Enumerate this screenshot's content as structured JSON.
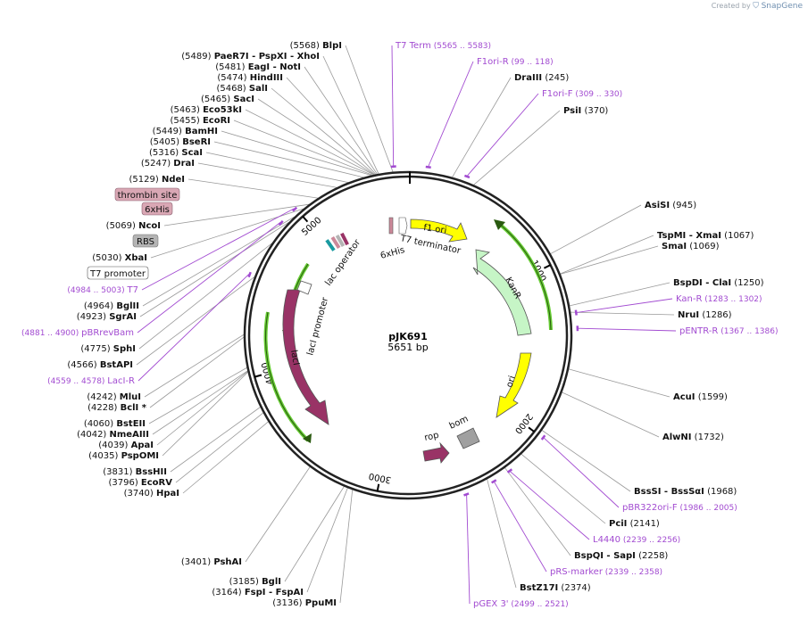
{
  "credit": {
    "prefix": "Created by",
    "brand": "SnapGene"
  },
  "plasmid": {
    "name": "pJK691",
    "size": "5651 bp",
    "length": 5651
  },
  "ticks": [
    1000,
    2000,
    3000,
    4000,
    5000
  ],
  "enzymes": [
    {
      "id": "BlpI",
      "pos": "(5568)",
      "name": "BlpI",
      "at": 5568
    },
    {
      "id": "PaeR7I",
      "pos": "(5489)",
      "name": "PaeR7I   - PspXI   - XhoI",
      "at": 5489
    },
    {
      "id": "EagI",
      "pos": "(5481)",
      "name": "EagI   - NotI",
      "at": 5481
    },
    {
      "id": "HindIII",
      "pos": "(5474)",
      "name": "HindIII",
      "at": 5474
    },
    {
      "id": "SalI",
      "pos": "(5468)",
      "name": "SalI",
      "at": 5468
    },
    {
      "id": "SacI",
      "pos": "(5465)",
      "name": "SacI",
      "at": 5465
    },
    {
      "id": "Eco53kI",
      "pos": "(5463)",
      "name": "Eco53kI",
      "at": 5463
    },
    {
      "id": "EcoRI",
      "pos": "(5455)",
      "name": "EcoRI",
      "at": 5455
    },
    {
      "id": "BamHI",
      "pos": "(5449)",
      "name": "BamHI",
      "at": 5449
    },
    {
      "id": "BseRI",
      "pos": "(5405)",
      "name": "BseRI",
      "at": 5405
    },
    {
      "id": "ScaI",
      "pos": "(5316)",
      "name": "ScaI",
      "at": 5316
    },
    {
      "id": "DraI",
      "pos": "(5247)",
      "name": "DraI",
      "at": 5247
    },
    {
      "id": "NdeI",
      "pos": "(5129)",
      "name": "NdeI",
      "at": 5129
    },
    {
      "id": "NcoI",
      "pos": "(5069)",
      "name": "NcoI",
      "at": 5069
    },
    {
      "id": "XbaI",
      "pos": "(5030)",
      "name": "XbaI",
      "at": 5030
    },
    {
      "id": "BglII",
      "pos": "(4964)",
      "name": "BglII",
      "at": 4964
    },
    {
      "id": "SgrAI",
      "pos": "(4923)",
      "name": "SgrAI",
      "at": 4923
    },
    {
      "id": "SphI",
      "pos": "(4775)",
      "name": "SphI",
      "at": 4775
    },
    {
      "id": "BstAPI",
      "pos": "(4566)",
      "name": "BstAPI",
      "at": 4566
    },
    {
      "id": "MluI",
      "pos": "(4242)",
      "name": "MluI",
      "at": 4242
    },
    {
      "id": "BclI",
      "pos": "(4228)",
      "name": "BclI *",
      "at": 4228
    },
    {
      "id": "BstEII",
      "pos": "(4060)",
      "name": "BstEII",
      "at": 4060
    },
    {
      "id": "NmeAIII",
      "pos": "(4042)",
      "name": "NmeAIII",
      "at": 4042
    },
    {
      "id": "ApaI",
      "pos": "(4039)",
      "name": "ApaI",
      "at": 4039
    },
    {
      "id": "PspOMI",
      "pos": "(4035)",
      "name": "PspOMI",
      "at": 4035
    },
    {
      "id": "BssHII",
      "pos": "(3831)",
      "name": "BssHII",
      "at": 3831
    },
    {
      "id": "EcoRV",
      "pos": "(3796)",
      "name": "EcoRV",
      "at": 3796
    },
    {
      "id": "HpaI",
      "pos": "(3740)",
      "name": "HpaI",
      "at": 3740
    },
    {
      "id": "PshAI",
      "pos": "(3401)",
      "name": "PshAI",
      "at": 3401
    },
    {
      "id": "BglI",
      "pos": "(3185)",
      "name": "BglI",
      "at": 3185
    },
    {
      "id": "FspI",
      "pos": "(3164)",
      "name": "FspI   - FspAI",
      "at": 3164
    },
    {
      "id": "PpuMI",
      "pos": "(3136)",
      "name": "PpuMI",
      "at": 3136
    },
    {
      "id": "DraIII",
      "pos": "(245)",
      "name": "DraIII",
      "at": 245
    },
    {
      "id": "PsiI",
      "pos": "(370)",
      "name": "PsiI",
      "at": 370
    },
    {
      "id": "AsiSI",
      "pos": "(945)",
      "name": "AsiSI",
      "at": 945
    },
    {
      "id": "TspMI",
      "pos": "(1067)",
      "name": "TspMI   - XmaI",
      "at": 1067
    },
    {
      "id": "SmaI",
      "pos": "(1069)",
      "name": "SmaI",
      "at": 1069
    },
    {
      "id": "BspDI",
      "pos": "(1250)",
      "name": "BspDI   - ClaI",
      "at": 1250
    },
    {
      "id": "NruI",
      "pos": "(1286)",
      "name": "NruI",
      "at": 1286
    },
    {
      "id": "AcuI",
      "pos": "(1599)",
      "name": "AcuI",
      "at": 1599
    },
    {
      "id": "AlwNI",
      "pos": "(1732)",
      "name": "AlwNI",
      "at": 1732
    },
    {
      "id": "BssSI",
      "pos": "(1968)",
      "name": "BssSI   - BssSαI",
      "at": 1968
    },
    {
      "id": "PciI",
      "pos": "(2141)",
      "name": "PciI",
      "at": 2141
    },
    {
      "id": "BspQI",
      "pos": "(2258)",
      "name": "BspQI   - SapI",
      "at": 2258
    },
    {
      "id": "BstZ17I",
      "pos": "(2374)",
      "name": "BstZ17I",
      "at": 2374
    }
  ],
  "primers": [
    {
      "id": "T7Term",
      "name": "T7 Term",
      "range": "(5565 .. 5583)",
      "at": 5574
    },
    {
      "id": "F1oriR",
      "name": "F1ori-R",
      "range": "(99 .. 118)",
      "at": 108
    },
    {
      "id": "F1oriF",
      "name": "F1ori-F",
      "range": "(309 .. 330)",
      "at": 320
    },
    {
      "id": "T7",
      "name": "T7",
      "range": "(4984 .. 5003)",
      "at": 4993
    },
    {
      "id": "pBRrevBam",
      "name": "pBRrevBam",
      "range": "(4881 .. 4900)",
      "at": 4890
    },
    {
      "id": "LacIR",
      "name": "LacI-R",
      "range": "(4559 .. 4578)",
      "at": 4568
    },
    {
      "id": "KanR",
      "name": "Kan-R",
      "range": "(1283 .. 1302)",
      "at": 1292
    },
    {
      "id": "pENTRR",
      "name": "pENTR-R",
      "range": "(1367 .. 1386)",
      "at": 1376
    },
    {
      "id": "pBR322oriF",
      "name": "pBR322ori-F",
      "range": "(1986 .. 2005)",
      "at": 1995
    },
    {
      "id": "L4440",
      "name": "L4440",
      "range": "(2239 .. 2256)",
      "at": 2247
    },
    {
      "id": "pRSmarker",
      "name": "pRS-marker",
      "range": "(2339 .. 2358)",
      "at": 2348
    },
    {
      "id": "pGEX3",
      "name": "pGEX 3'",
      "range": "(2499 .. 2521)",
      "at": 2510
    }
  ],
  "boxed_features": [
    {
      "id": "thrombin",
      "label": "thrombin site",
      "fill": "#d9a7b4"
    },
    {
      "id": "sixhis",
      "label": "6xHis",
      "fill": "#d9a7b4"
    },
    {
      "id": "rbs",
      "label": "RBS",
      "fill": "#b4b4b4"
    },
    {
      "id": "t7promoter",
      "label": "T7 promoter",
      "fill": "#ffffff"
    }
  ],
  "features": [
    {
      "id": "f1ori",
      "label": "f1 ori",
      "color": "#ffff00"
    },
    {
      "id": "kanr",
      "label": "KanR",
      "color": "#c6f5c6"
    },
    {
      "id": "ori",
      "label": "ori",
      "color": "#ffff00"
    },
    {
      "id": "laci",
      "label": "lacI",
      "color": "#993366"
    },
    {
      "id": "rop",
      "label": "rop",
      "color": "#993366"
    },
    {
      "id": "bom",
      "label": "bom",
      "color": "#a0a0a0"
    },
    {
      "id": "laciprom",
      "label": "lacI promoter",
      "color": "#ffffff"
    },
    {
      "id": "lacop",
      "label": "lac operator",
      "color": "#1a9aa0"
    },
    {
      "id": "t7term",
      "label": "T7 terminator",
      "color": "#ffffff"
    },
    {
      "id": "sixhisinner",
      "label": "6xHis",
      "color": "#cc8899"
    }
  ],
  "colors": {
    "primer": "#a24bd1",
    "backbone": "#222222",
    "orf": "#66cc33"
  }
}
